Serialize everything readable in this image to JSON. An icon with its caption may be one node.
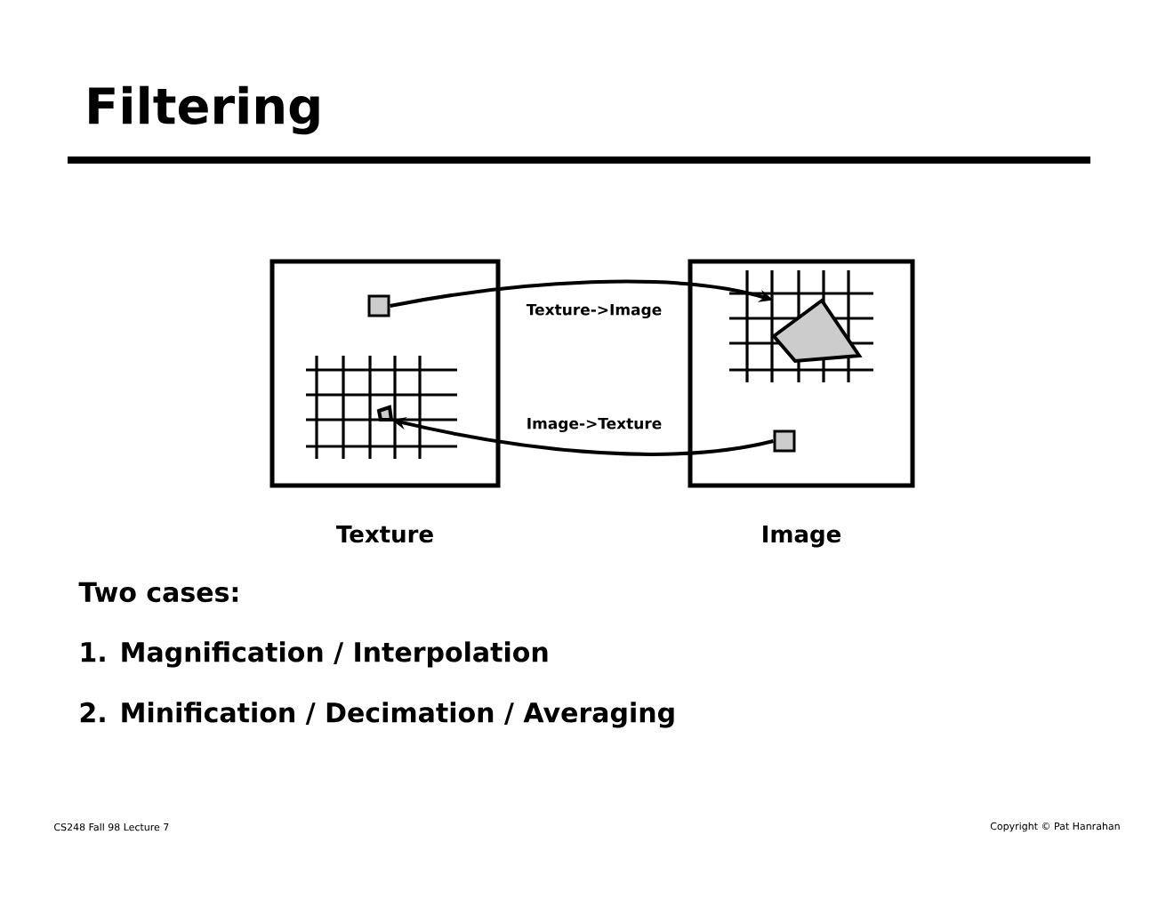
{
  "diagram": {
    "title": "Filtering",
    "nodes": [
      {
        "text": [
          "Texture"
        ]
      },
      {
        "text": [],
        "shape": "box",
        "in": 0
      },
      {
        "text": [],
        "shape": "polygon",
        "in": 0
      },
      {
        "text": [
          "Image"
        ]
      },
      {
        "text": [],
        "shape": "polygon",
        "in": 3
      },
      {
        "text": [],
        "shape": "box",
        "in": 3
      }
    ],
    "edges": [
      {
        "from": 1,
        "to": 4,
        "arrow": "to",
        "label": "Texture->Image"
      },
      {
        "from": 5,
        "to": 2,
        "arrow": "to",
        "label": "Image->Texture"
      }
    ],
    "labels": [
      "Two cases:",
      "1. Magnification / Interpolation",
      "2. Minification / Decimation / Averaging",
      "CS248 Fall 98 Lecture 7",
      "Copyright © Pat Hanrahan"
    ]
  }
}
